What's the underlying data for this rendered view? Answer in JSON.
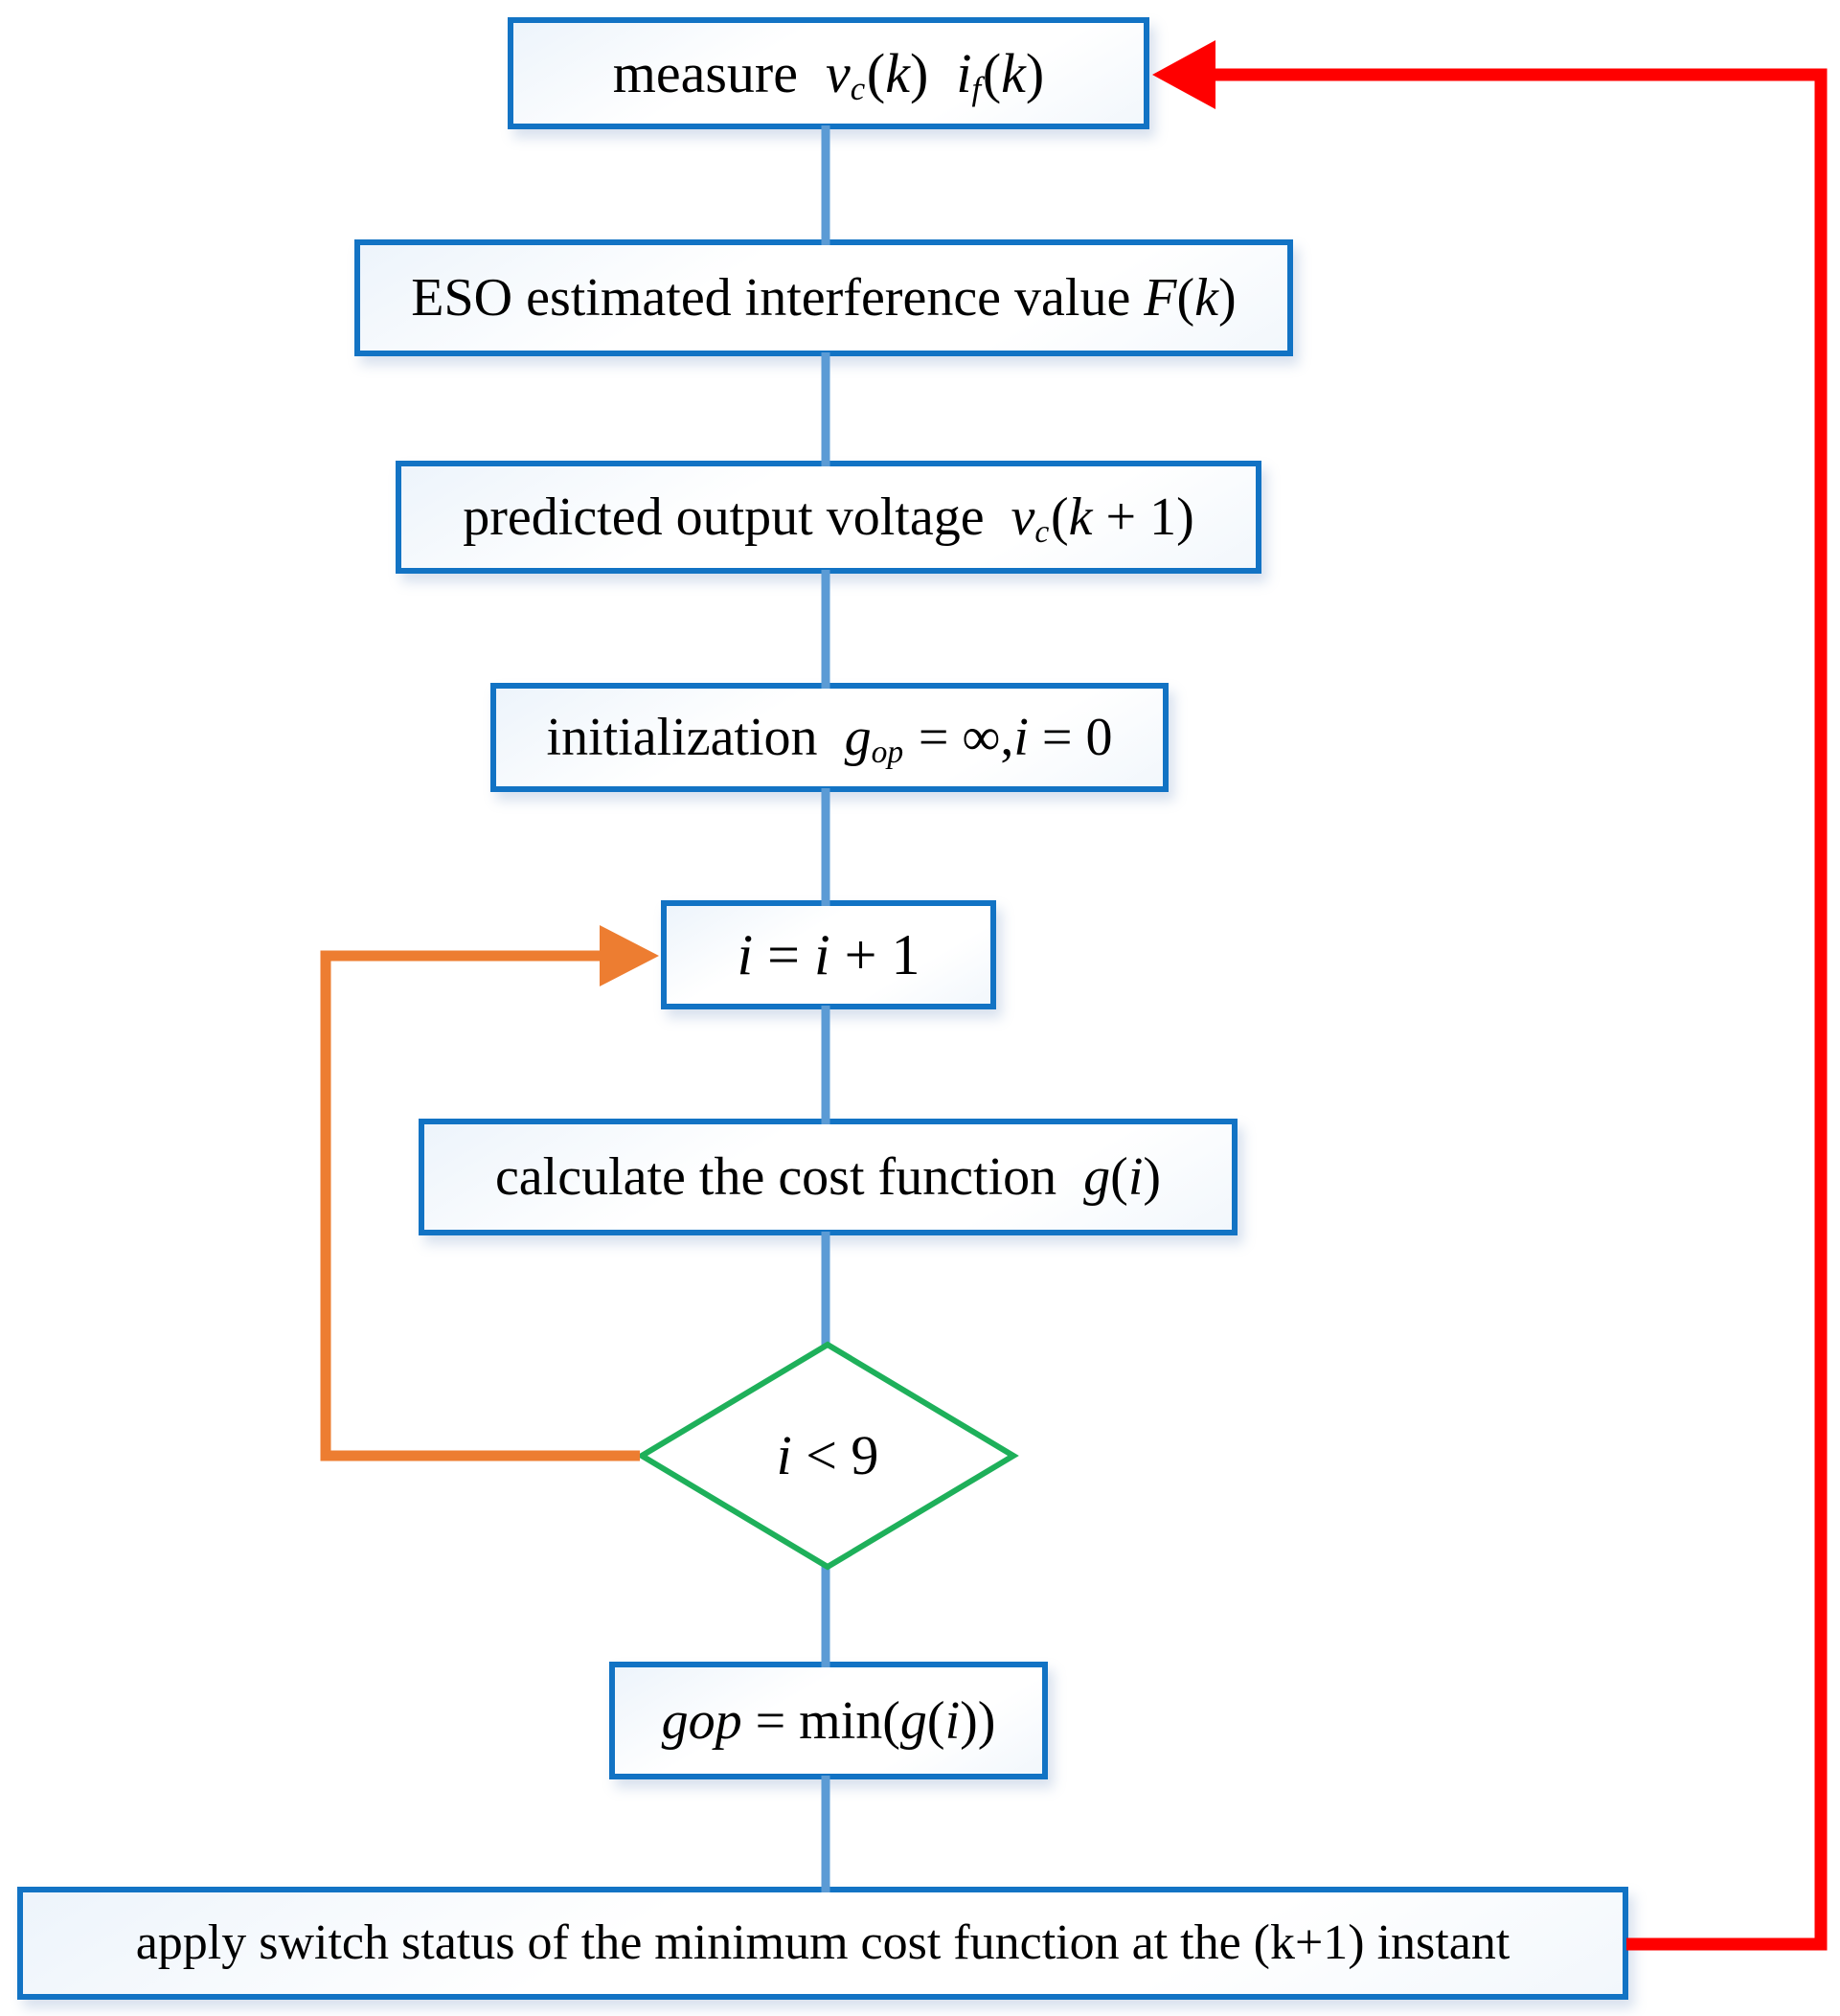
{
  "colors": {
    "box_border": "#1273c4",
    "connector": "#5b9bd5",
    "loop_arrow": "#ed7d31",
    "decision_border": "#1eb05a",
    "feedback_arrow": "#ff0000",
    "text": "#000000",
    "background": "#ffffff"
  },
  "nodes": [
    {
      "id": "measure",
      "type": "process",
      "segments": [
        {
          "style": "rm",
          "text": "measure  "
        },
        {
          "style": "it",
          "text": "v"
        },
        {
          "style": "sub",
          "text": "c"
        },
        {
          "style": "rm",
          "text": "("
        },
        {
          "style": "it",
          "text": "k"
        },
        {
          "style": "rm",
          "text": ")  "
        },
        {
          "style": "it",
          "text": "i"
        },
        {
          "style": "sub",
          "text": "f"
        },
        {
          "style": "rm",
          "text": "("
        },
        {
          "style": "it",
          "text": "k"
        },
        {
          "style": "rm",
          "text": ")"
        }
      ]
    },
    {
      "id": "eso",
      "type": "process",
      "segments": [
        {
          "style": "rm",
          "text": "ESO estimated interference value "
        },
        {
          "style": "it",
          "text": "F"
        },
        {
          "style": "rm",
          "text": "("
        },
        {
          "style": "it",
          "text": "k"
        },
        {
          "style": "rm",
          "text": ")"
        }
      ]
    },
    {
      "id": "predict",
      "type": "process",
      "segments": [
        {
          "style": "rm",
          "text": "predicted output voltage  "
        },
        {
          "style": "it",
          "text": "v"
        },
        {
          "style": "sub",
          "text": "c"
        },
        {
          "style": "rm",
          "text": "("
        },
        {
          "style": "it",
          "text": "k"
        },
        {
          "style": "rm",
          "text": " + 1)"
        }
      ]
    },
    {
      "id": "init",
      "type": "process",
      "segments": [
        {
          "style": "rm",
          "text": "initialization  "
        },
        {
          "style": "it",
          "text": "g"
        },
        {
          "style": "sub",
          "text": "op"
        },
        {
          "style": "rm",
          "text": " = ∞,"
        },
        {
          "style": "it",
          "text": "i"
        },
        {
          "style": "rm",
          "text": " = 0"
        }
      ]
    },
    {
      "id": "increment",
      "type": "process",
      "segments": [
        {
          "style": "it",
          "text": "i"
        },
        {
          "style": "rm",
          "text": " = "
        },
        {
          "style": "it",
          "text": "i"
        },
        {
          "style": "rm",
          "text": " + 1"
        }
      ]
    },
    {
      "id": "cost",
      "type": "process",
      "segments": [
        {
          "style": "rm",
          "text": "calculate the cost function  "
        },
        {
          "style": "it",
          "text": "g"
        },
        {
          "style": "rm",
          "text": "("
        },
        {
          "style": "it",
          "text": "i"
        },
        {
          "style": "rm",
          "text": ")"
        }
      ]
    },
    {
      "id": "decision",
      "type": "decision",
      "segments": [
        {
          "style": "it",
          "text": "i"
        },
        {
          "style": "rm",
          "text": " < 9"
        }
      ]
    },
    {
      "id": "gop",
      "type": "process",
      "segments": [
        {
          "style": "it",
          "text": "gop"
        },
        {
          "style": "rm",
          "text": " = min("
        },
        {
          "style": "it",
          "text": "g"
        },
        {
          "style": "rm",
          "text": "("
        },
        {
          "style": "it",
          "text": "i"
        },
        {
          "style": "rm",
          "text": "))"
        }
      ]
    },
    {
      "id": "apply",
      "type": "process",
      "segments": [
        {
          "style": "rm",
          "text": "apply switch status of the minimum cost function at the (k+1) instant"
        }
      ]
    }
  ],
  "edges": [
    {
      "from": "measure",
      "to": "eso",
      "style": "connector"
    },
    {
      "from": "eso",
      "to": "predict",
      "style": "connector"
    },
    {
      "from": "predict",
      "to": "init",
      "style": "connector"
    },
    {
      "from": "init",
      "to": "increment",
      "style": "connector"
    },
    {
      "from": "increment",
      "to": "cost",
      "style": "connector"
    },
    {
      "from": "cost",
      "to": "decision",
      "style": "connector"
    },
    {
      "from": "decision",
      "to": "gop",
      "style": "connector"
    },
    {
      "from": "gop",
      "to": "apply",
      "style": "connector"
    },
    {
      "from": "decision",
      "to": "increment",
      "style": "loop_arrow"
    },
    {
      "from": "apply",
      "to": "measure",
      "style": "feedback_arrow"
    }
  ]
}
